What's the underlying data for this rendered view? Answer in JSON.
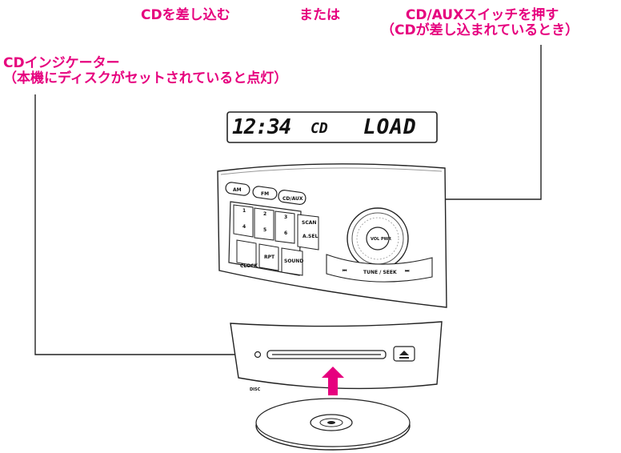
{
  "labels": {
    "insert_cd": "CDを差し込む",
    "or": "または",
    "cdaux_line1": "CD/AUXスイッチを押す",
    "cdaux_line2": "（CDが差し込まれているとき）",
    "indicator_line1": "CDインジケーター",
    "indicator_line2": "（本機にディスクがセットされていると点灯）"
  },
  "display": {
    "time": "12:34",
    "source": "CD",
    "status": "LOAD"
  },
  "panel": {
    "am": "AM",
    "fm": "FM",
    "cdaux": "CD/AUX",
    "preset1": "1",
    "preset2": "2",
    "preset3": "3",
    "preset4": "4",
    "preset5": "5",
    "preset6": "6",
    "scan": "SCAN",
    "asl": "A.SEL",
    "rpt": "RPT",
    "sound": "SOUND",
    "clock": "CLOCK",
    "vol": "VOL PWR",
    "tune": "TUNE / SEEK"
  },
  "colors": {
    "accent": "#e6007e",
    "line": "#222222"
  }
}
